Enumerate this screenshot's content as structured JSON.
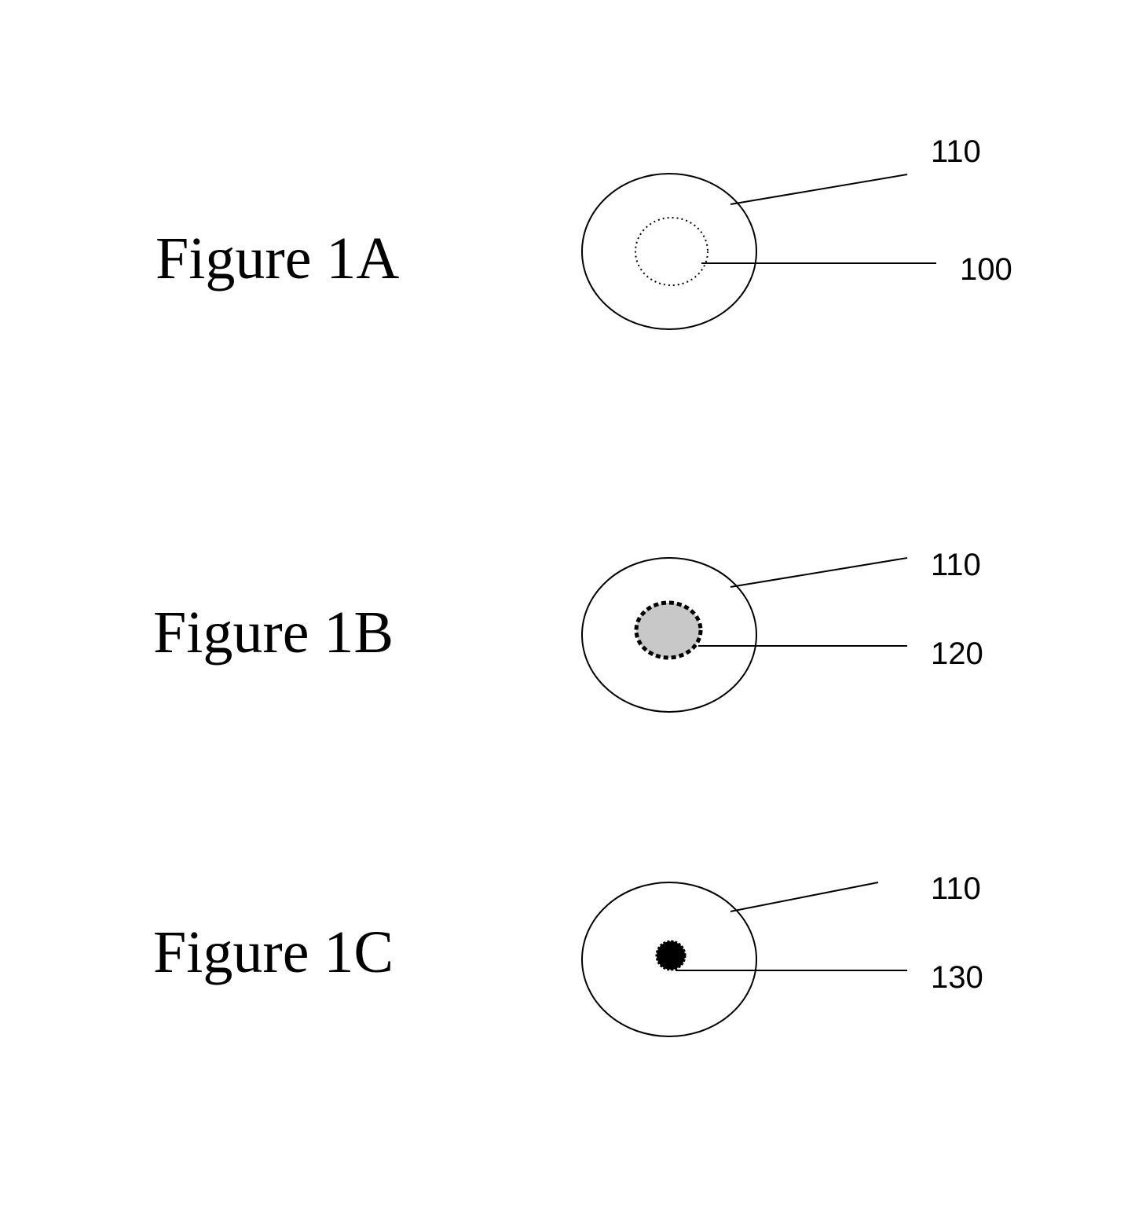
{
  "figures": [
    {
      "id": "1a",
      "label": "Figure 1A",
      "refs": {
        "outer": "110",
        "inner": "100"
      },
      "inner_style": "dotted-outline"
    },
    {
      "id": "1b",
      "label": "Figure 1B",
      "refs": {
        "outer": "110",
        "inner": "120"
      },
      "inner_style": "dashed-shaded"
    },
    {
      "id": "1c",
      "label": "Figure 1C",
      "refs": {
        "outer": "110",
        "inner": "130"
      },
      "inner_style": "solid-dark"
    }
  ],
  "colors": {
    "ink": "#000000",
    "shade": "#c8c8c8",
    "background": "#ffffff"
  }
}
